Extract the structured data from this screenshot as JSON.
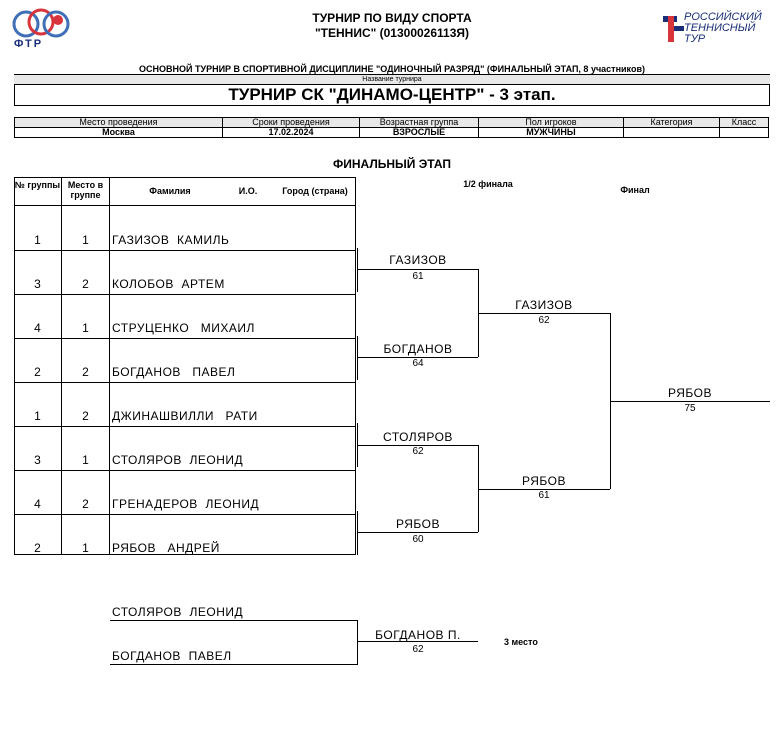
{
  "header": {
    "title_line1": "ТУРНИР ПО ВИДУ СПОРТА",
    "title_line2": "\"ТЕННИС\" (01300026113Я)",
    "left_logo_text": "ФТР",
    "right_logo_lines": [
      "РОССИЙСКИЙ",
      "ТЕННИСНЫЙ",
      "ТУР"
    ]
  },
  "discipline": "ОСНОВНОЙ ТУРНИР В СПОРТИВНОЙ ДИСЦИПЛИНЕ \"ОДИНОЧНЫЙ РАЗРЯД\" (ФИНАЛЬНЫЙ ЭТАП, 8 участников)",
  "tournament_label": "Название турнира",
  "tournament_name": "ТУРНИР СК \"ДИНАМО-ЦЕНТР\" - 3 этап.",
  "info": {
    "headers": [
      "Место проведения",
      "Сроки проведения",
      "Возрастная группа",
      "Пол игроков",
      "Категория",
      "Класс"
    ],
    "values": [
      "Москва",
      "17.02.2024",
      "ВЗРОСЛЫЕ",
      "МУЖЧИНЫ",
      "",
      ""
    ]
  },
  "stage_title": "ФИНАЛЬНЫЙ ЭТАП",
  "table_headers": {
    "group": "№ группы",
    "place": "Место в группе",
    "surname": "Фамилия",
    "initials": "И.О.",
    "city": "Город (страна)"
  },
  "bracket_headers": {
    "semi": "1/2 финала",
    "final": "Финал"
  },
  "players": [
    {
      "group": "1",
      "place": "1",
      "name": "ГАЗИЗОВ  КАМИЛЬ"
    },
    {
      "group": "3",
      "place": "2",
      "name": "КОЛОБОВ  АРТЕМ"
    },
    {
      "group": "4",
      "place": "1",
      "name": "СТРУЦЕНКО   МИХАИЛ"
    },
    {
      "group": "2",
      "place": "2",
      "name": "БОГДАНОВ   ПАВЕЛ"
    },
    {
      "group": "1",
      "place": "2",
      "name": "ДЖИНАШВИЛЛИ   РАТИ"
    },
    {
      "group": "3",
      "place": "1",
      "name": "СТОЛЯРОВ  ЛЕОНИД"
    },
    {
      "group": "4",
      "place": "2",
      "name": "ГРЕНАДЕРОВ  ЛЕОНИД"
    },
    {
      "group": "2",
      "place": "1",
      "name": "РЯБОВ   АНДРЕЙ"
    }
  ],
  "round1": [
    {
      "winner": "ГАЗИЗОВ",
      "score": "61"
    },
    {
      "winner": "БОГДАНОВ",
      "score": "64"
    },
    {
      "winner": "СТОЛЯРОВ",
      "score": "62"
    },
    {
      "winner": "РЯБОВ",
      "score": "60"
    }
  ],
  "semis": [
    {
      "winner": "ГАЗИЗОВ",
      "score": "62"
    },
    {
      "winner": "РЯБОВ",
      "score": "61"
    }
  ],
  "final": {
    "winner": "РЯБОВ",
    "score": "75"
  },
  "third_place": {
    "player1": "СТОЛЯРОВ  ЛЕОНИД",
    "player2": "БОГДАНОВ  ПАВЕЛ",
    "winner": "БОГДАНОВ П.",
    "score": "62",
    "label": "3 место"
  }
}
